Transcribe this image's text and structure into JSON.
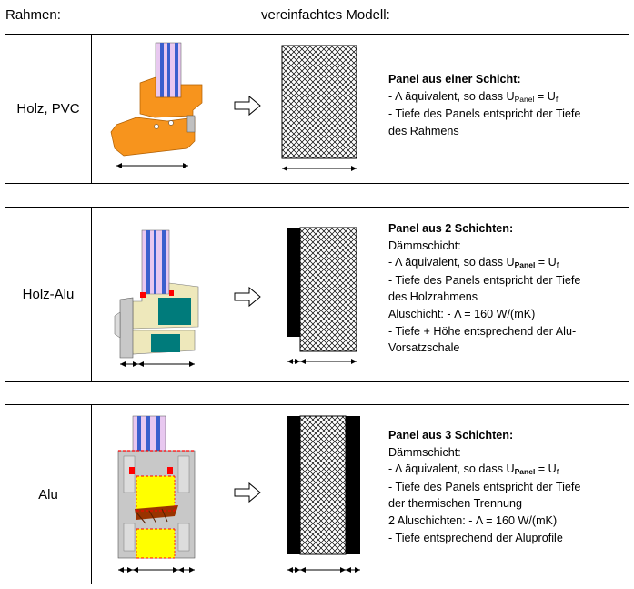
{
  "header": {
    "frame_title": "Rahmen:",
    "model_title": "vereinfachtes Modell:"
  },
  "rows": [
    {
      "label": "Holz, PVC",
      "title": "Panel aus einer Schicht:",
      "lines": [
        {
          "pre": "- Λ äquivalent, so dass U",
          "sub": "Panel",
          "mid": " = U",
          "sub2": "f"
        },
        {
          "text": "- Tiefe des Panels entspricht der Tiefe"
        },
        {
          "text": "des Rahmens"
        }
      ]
    },
    {
      "label": "Holz-Alu",
      "title": "Panel aus 2 Schichten:",
      "lines": [
        {
          "text": "Dämmschicht:"
        },
        {
          "pre": "- Λ äquivalent, so dass U",
          "sub": "Panel",
          "mid": " = U",
          "sub2": "f"
        },
        {
          "text": "- Tiefe des Panels entspricht der Tiefe"
        },
        {
          "text": "des Holzrahmens"
        },
        {
          "text": "Aluschicht: - Λ = 160 W/(mK)"
        },
        {
          "text": "- Tiefe + Höhe entsprechend der Alu-"
        },
        {
          "text": "Vorsatzschale"
        }
      ]
    },
    {
      "label": "Alu",
      "title": "Panel aus 3 Schichten:",
      "lines": [
        {
          "text": "Dämmschicht:"
        },
        {
          "pre": "- Λ äquivalent, so dass U",
          "sub": "Panel",
          "mid": " = U",
          "sub2": "f"
        },
        {
          "text": "- Tiefe des Panels entspricht der Tiefe"
        },
        {
          "text": "der thermischen Trennung"
        },
        {
          "text": "2 Aluschichten: - Λ = 160 W/(mK)"
        },
        {
          "text": "- Tiefe entsprechend der Aluprofile"
        }
      ]
    }
  ],
  "icons": {
    "arrow": "hollow-right-arrow-icon",
    "dimension": "double-arrow-dimension-icon"
  },
  "colors": {
    "wood_frame": "#f7941d",
    "glass": "#e8c8f0",
    "glass_blue": "#3a5fcd",
    "insulation_beige": "#eee8bb",
    "teal": "#007b7b",
    "alu_grey": "#c8c8c8",
    "thermal_yellow": "#ffff00",
    "thermal_break": "#993300",
    "gasket_red": "#ff0000",
    "alu_layer": "#000000"
  }
}
